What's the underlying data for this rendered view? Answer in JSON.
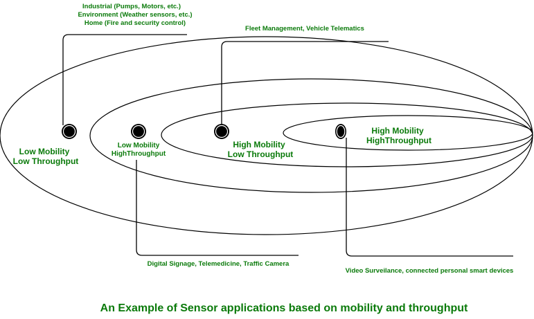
{
  "title": "An Example of Sensor applications based on mobility and throughput",
  "colors": {
    "label_text": "#0a7a0a",
    "lines": "#000000",
    "background": "#ffffff"
  },
  "zones": [
    {
      "id": "low-mobility-low-throughput",
      "label_line1": "Low Mobility",
      "label_line2": "Low Throughput",
      "applications": [
        "Industrial (Pumps, Motors, etc.)",
        "Environment (Weather sensors, etc.)",
        "Home (Fire and security control)"
      ]
    },
    {
      "id": "low-mobility-high-throughput",
      "label_line1": "Low Mobility",
      "label_line2": "HighThroughput",
      "applications": [
        "Digital Signage, Telemedicine, Traffic Camera"
      ]
    },
    {
      "id": "high-mobility-low-throughput",
      "label_line1": "High Mobility",
      "label_line2": "Low Throughput",
      "applications": [
        "Fleet Management, Vehicle Telematics"
      ]
    },
    {
      "id": "high-mobility-high-throughput",
      "label_line1": "High Mobility",
      "label_line2": "HighThroughput",
      "applications": [
        "Video Surveilance, connected personal smart devices"
      ]
    }
  ]
}
